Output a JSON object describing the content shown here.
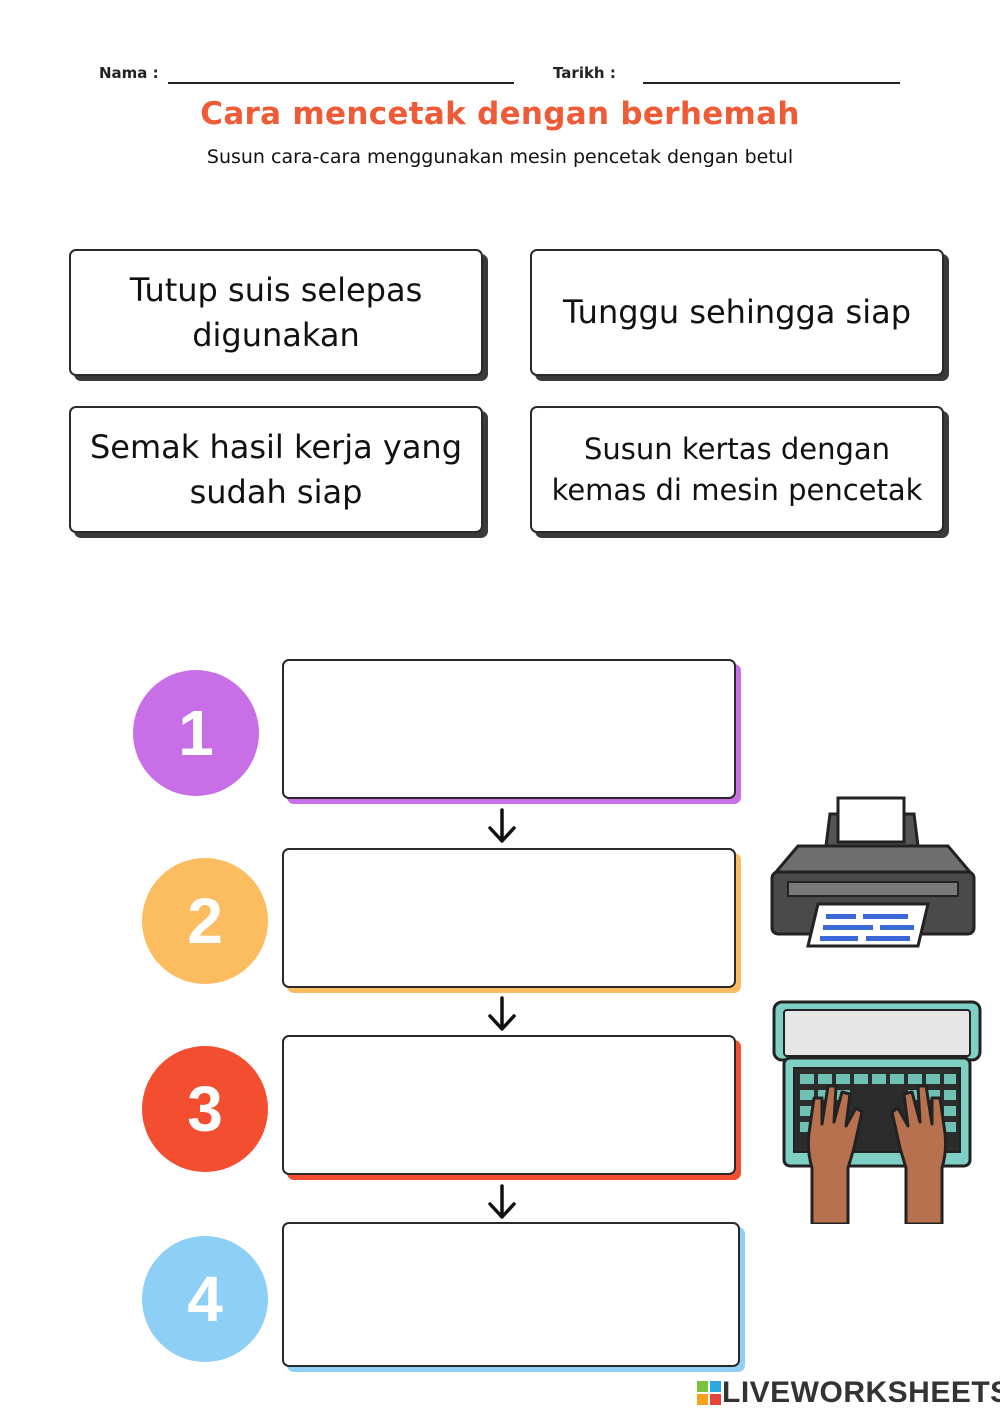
{
  "header": {
    "name_label": "Nama :",
    "date_label": "Tarikh :"
  },
  "title": "Cara mencetak dengan berhemah",
  "subtitle": "Susun cara-cara menggunakan mesin pencetak dengan betul",
  "cards": [
    {
      "text": "Tutup suis selepas digunakan"
    },
    {
      "text": "Tunggu sehingga siap"
    },
    {
      "text": "Semak hasil kerja yang sudah siap"
    },
    {
      "text": "Susun kertas dengan kemas di mesin pencetak"
    }
  ],
  "steps": [
    {
      "number": "1",
      "color": "#c86ee6"
    },
    {
      "number": "2",
      "color": "#fbbd5f"
    },
    {
      "number": "3",
      "color": "#f24e2f"
    },
    {
      "number": "4",
      "color": "#8ecff5"
    }
  ],
  "icons": [
    "printer-icon",
    "laptop-typing-icon",
    "down-arrow-icon"
  ],
  "footer": {
    "brand": "LIVEWORKSHEETS"
  }
}
